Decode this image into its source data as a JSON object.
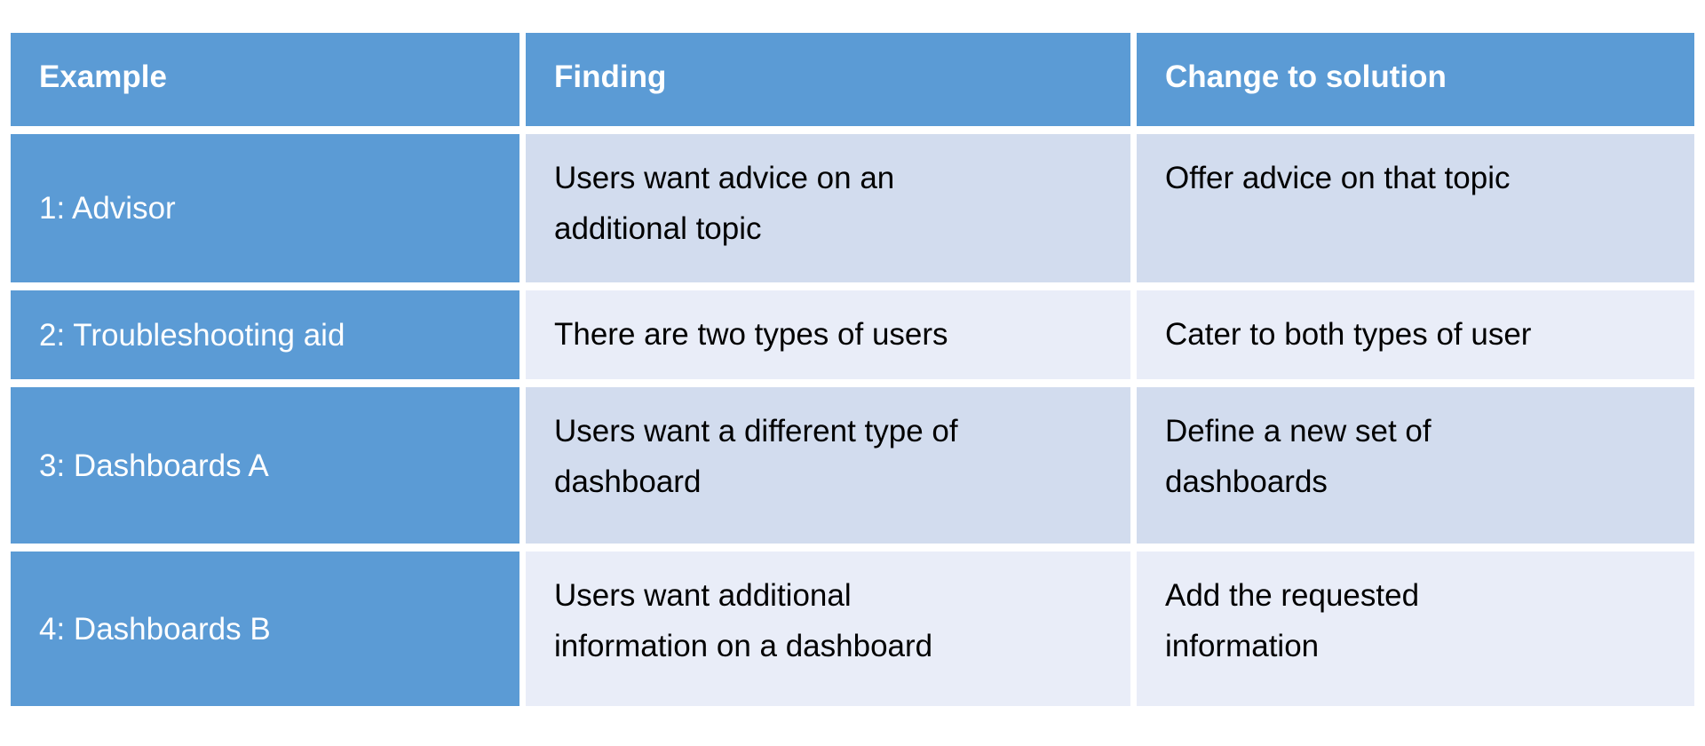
{
  "table": {
    "columns": [
      {
        "label": "Example"
      },
      {
        "label": "Finding"
      },
      {
        "label": "Change to solution"
      }
    ],
    "rows": [
      {
        "example": "1: Advisor",
        "finding": "Users want advice on an\nadditional topic",
        "change": "Offer advice on that topic"
      },
      {
        "example": "2: Troubleshooting aid",
        "finding": "There are two types of users",
        "change": "Cater to both types of user"
      },
      {
        "example": "3: Dashboards A",
        "finding": "Users want a different type of\ndashboard",
        "change": "Define a new set of\ndashboards"
      },
      {
        "example": "4: Dashboards B",
        "finding": "Users want additional\ninformation on a dashboard",
        "change": "Add the requested\ninformation"
      }
    ],
    "colors": {
      "header_bg": "#5B9BD5",
      "row_label_bg": "#5B9BD5",
      "band_odd_bg": "#D2DCEE",
      "band_even_bg": "#E9EDF8",
      "header_text": "#FFFFFF",
      "body_text": "#000000"
    }
  }
}
